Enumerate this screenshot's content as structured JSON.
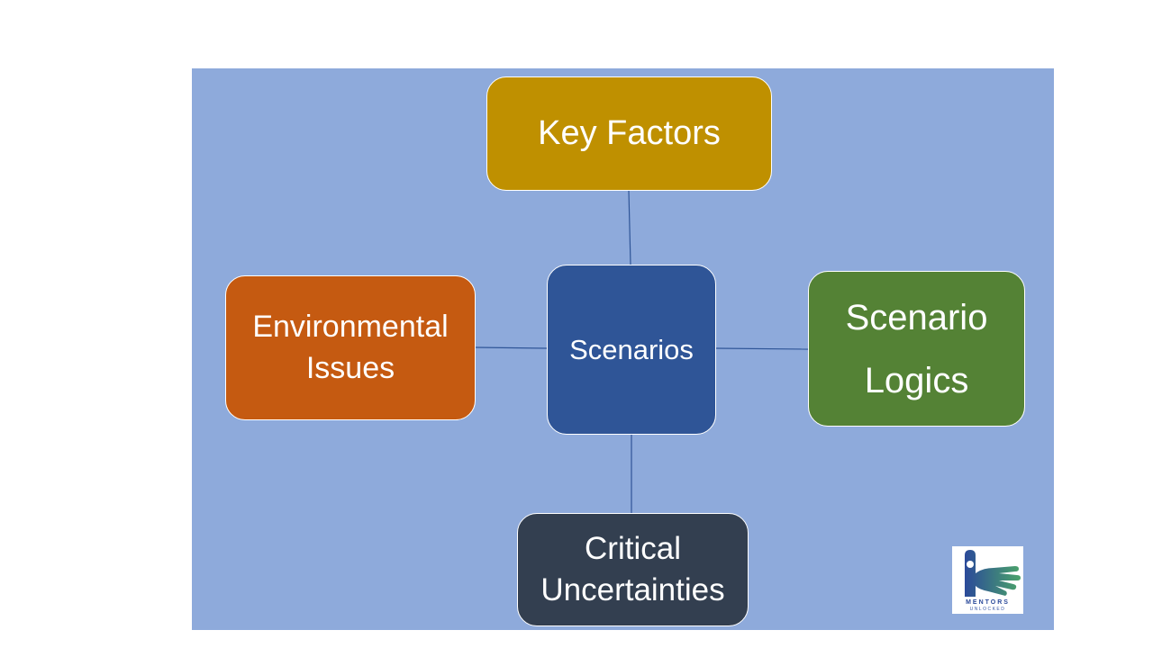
{
  "diagram": {
    "center": {
      "label": "Scenarios",
      "color": "#2f5597"
    },
    "nodes": {
      "top": {
        "label": "Key Factors",
        "color": "#bf9000"
      },
      "left": {
        "label": "Environmental\nIssues",
        "color": "#c55a11"
      },
      "right": {
        "label": "Scenario\nLogics",
        "color": "#548235"
      },
      "bottom": {
        "label": "Critical\nUncertainties",
        "color": "#333f50"
      }
    },
    "background_color": "#8eaadb",
    "connector_color": "#2f5597"
  },
  "logo": {
    "line1": "MENTORS",
    "line2": "UNLOCKED",
    "icon": "hand-logo-icon"
  }
}
